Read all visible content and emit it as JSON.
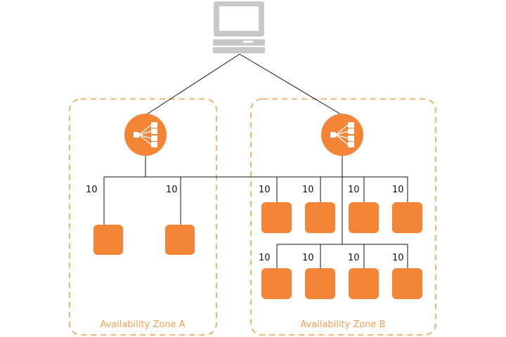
{
  "colors": {
    "accent": "#f58536",
    "zone_border": "#f5a04a",
    "zone_label": "#f0a050",
    "connector": "#111111",
    "client": "#c8c8c8"
  },
  "client": {
    "icon": "computer-icon"
  },
  "load_balancers": [
    {
      "icon": "load-balancer-icon"
    },
    {
      "icon": "load-balancer-icon"
    }
  ],
  "zones": [
    {
      "label": "Availability Zone A"
    },
    {
      "label": "Availability Zone B"
    }
  ],
  "instances": {
    "zone_a": [
      {
        "weight": "10"
      },
      {
        "weight": "10"
      }
    ],
    "zone_b_row1": [
      {
        "weight": "10"
      },
      {
        "weight": "10"
      },
      {
        "weight": "10"
      },
      {
        "weight": "10"
      }
    ],
    "zone_b_row2": [
      {
        "weight": "10"
      },
      {
        "weight": "10"
      },
      {
        "weight": "10"
      },
      {
        "weight": "10"
      }
    ]
  }
}
